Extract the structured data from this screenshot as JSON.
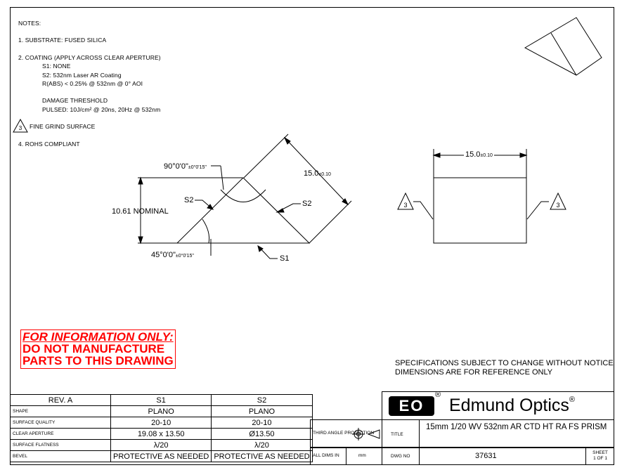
{
  "notes": {
    "header": "NOTES:",
    "n1": "1.   SUBSTRATE: FUSED SILICA",
    "n2": "2.   COATING (APPLY ACROSS CLEAR APERTURE)",
    "n2a": "S1: NONE",
    "n2b": "S2: 532nm Laser AR Coating",
    "n2c": "R(ABS) < 0.25% @ 532nm @ 0° AOI",
    "n2d": "DAMAGE THRESHOLD",
    "n2e": "PULSED: 10J/cm² @ 20ns, 20Hz @ 532nm",
    "n3_num": "3",
    "n3": "FINE GRIND SURFACE",
    "n4": "4.   ROHS COMPLIANT"
  },
  "drawing": {
    "angle_top": "90°0'0\"",
    "angle_top_tol": "±0°0'15\"",
    "hyp_dim": "15.0",
    "hyp_tol": "±0.10",
    "height_dim": "10.61 NOMINAL",
    "s2_left": "S2",
    "s2_right": "S2",
    "angle_bottom": "45°0'0\"",
    "angle_bottom_tol": "±0°0'15\"",
    "s1": "S1",
    "side_dim": "15.0",
    "side_tol": "±0.10",
    "callout_left": "3",
    "callout_right": "3"
  },
  "warning": {
    "line1": "FOR INFORMATION ONLY:",
    "line2": "DO NOT MANUFACTURE",
    "line3": "PARTS TO THIS DRAWING"
  },
  "spec": {
    "line1": "SPECIFICATIONS SUBJECT TO CHANGE WITHOUT NOTICE",
    "line2": "DIMENSIONS ARE FOR REFERENCE ONLY"
  },
  "rev_table": {
    "rev": "REV. A",
    "col_s1": "S1",
    "col_s2": "S2",
    "rows": [
      {
        "label": "SHAPE",
        "s1": "PLANO",
        "s2": "PLANO"
      },
      {
        "label": "SURFACE QUALITY",
        "s1": "20-10",
        "s2": "20-10"
      },
      {
        "label": "CLEAR APERTURE",
        "s1": "19.08 x 13.50",
        "s2": "Ø13.50"
      },
      {
        "label": "SURFACE FLATNESS",
        "s1": "λ/20",
        "s2": "λ/20"
      },
      {
        "label": "BEVEL",
        "s1": "PROTECTIVE AS NEEDED",
        "s2": "PROTECTIVE AS NEEDED"
      }
    ]
  },
  "title_block": {
    "logo_mark": "EO",
    "company": "Edmund Optics",
    "reg": "®",
    "projection_label": "THIRD ANGLE PROJECTION",
    "title_label": "TITLE",
    "title": "15mm 1/20 WV 532nm AR CTD HT RA FS PRISM",
    "all_dims_label": "ALL DIMS IN",
    "units": "mm",
    "dwg_label": "DWG NO",
    "dwg_no": "37631",
    "sheet_label": "SHEET",
    "sheet_value": "1 OF 1"
  }
}
